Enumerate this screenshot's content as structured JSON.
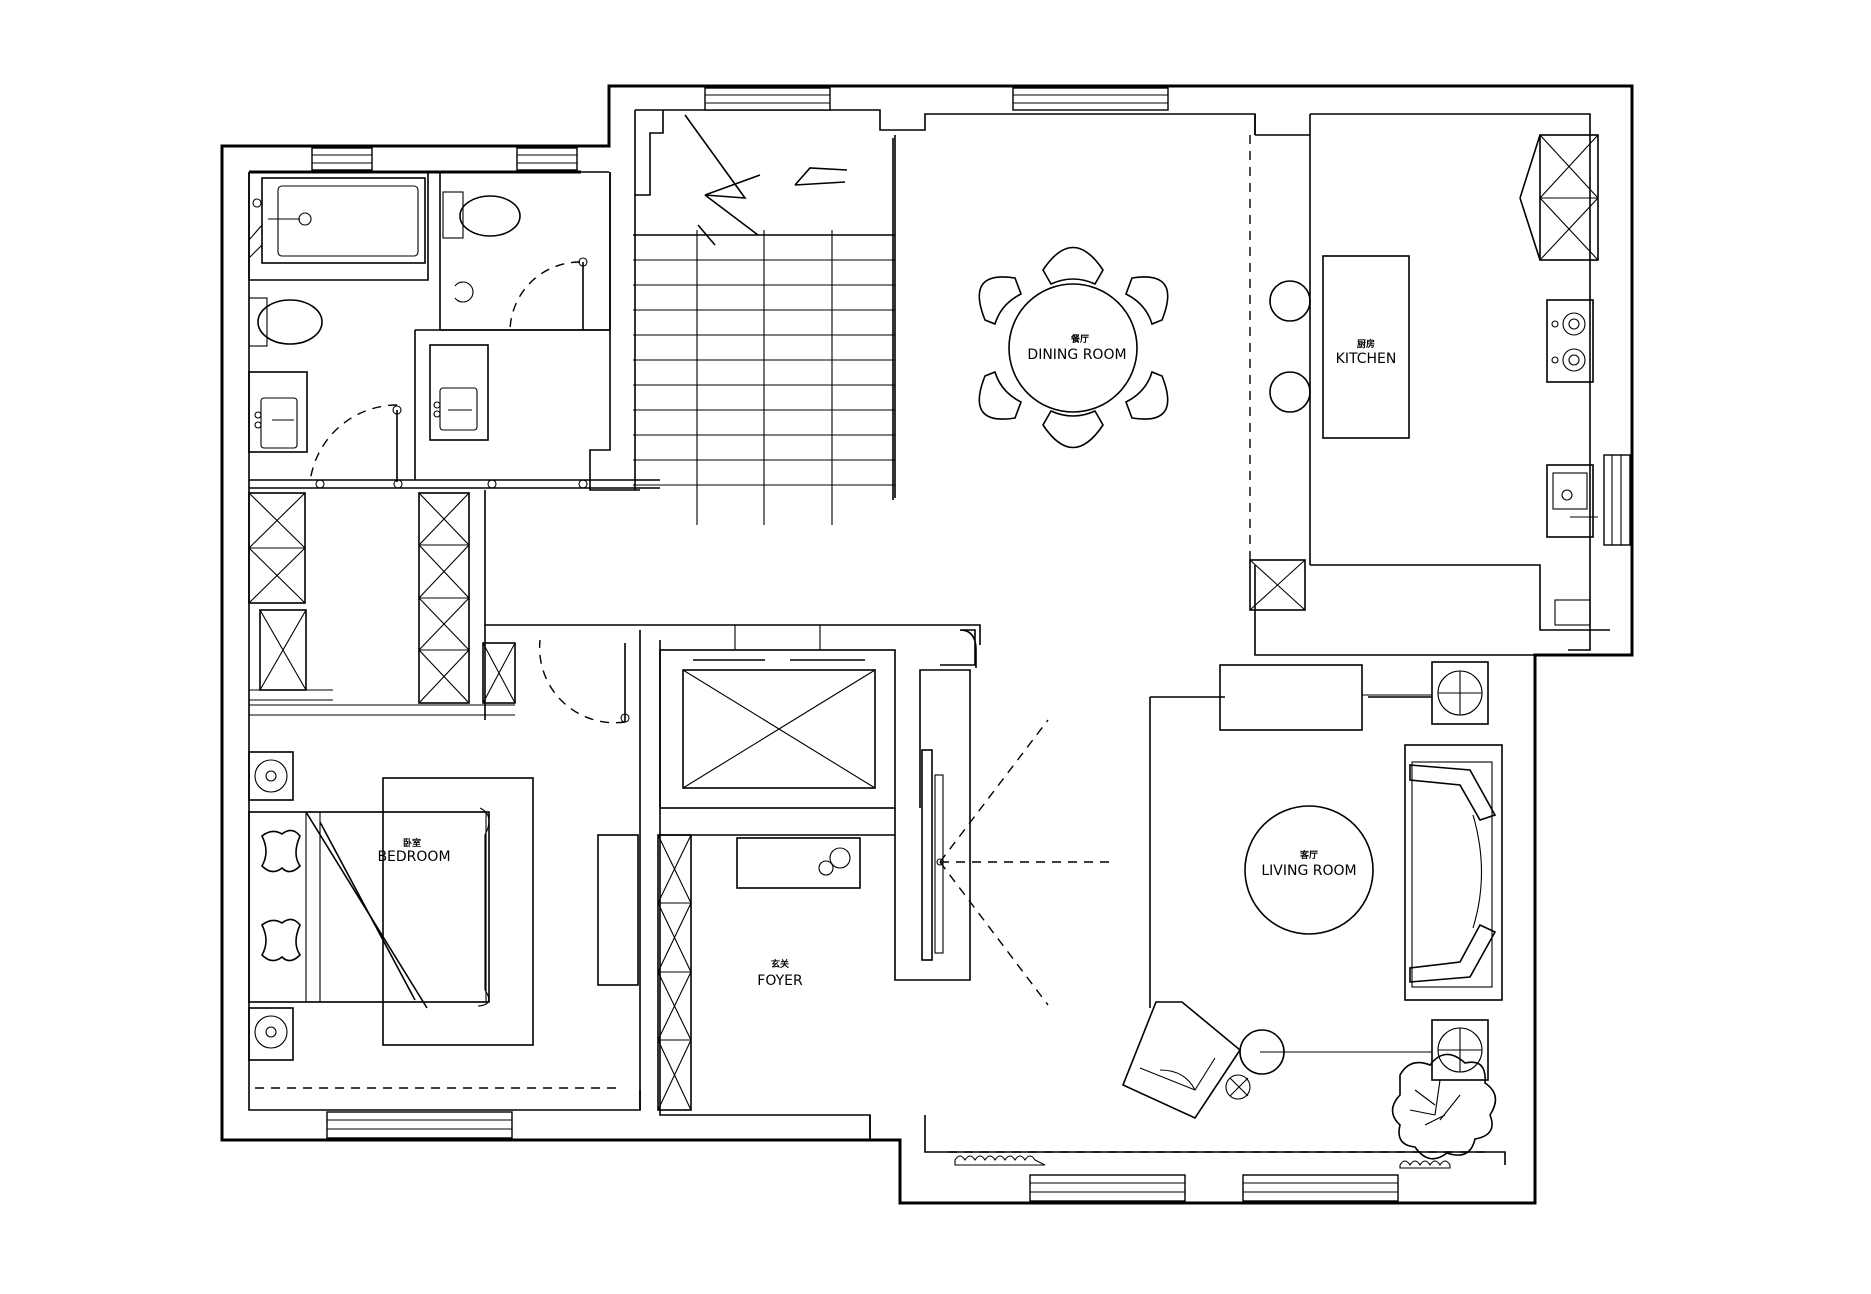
{
  "rooms": {
    "dining": {
      "cn": "餐厅",
      "en": "DINING ROOM"
    },
    "kitchen": {
      "cn": "厨房",
      "en": "KITCHEN"
    },
    "bedroom": {
      "cn": "卧室",
      "en": "BEDROOM"
    },
    "living": {
      "cn": "客厅",
      "en": "LIVING ROOM"
    },
    "foyer": {
      "cn": "玄关",
      "en": "FOYER"
    }
  },
  "colors": {
    "line": "#000000",
    "background": "#ffffff"
  }
}
